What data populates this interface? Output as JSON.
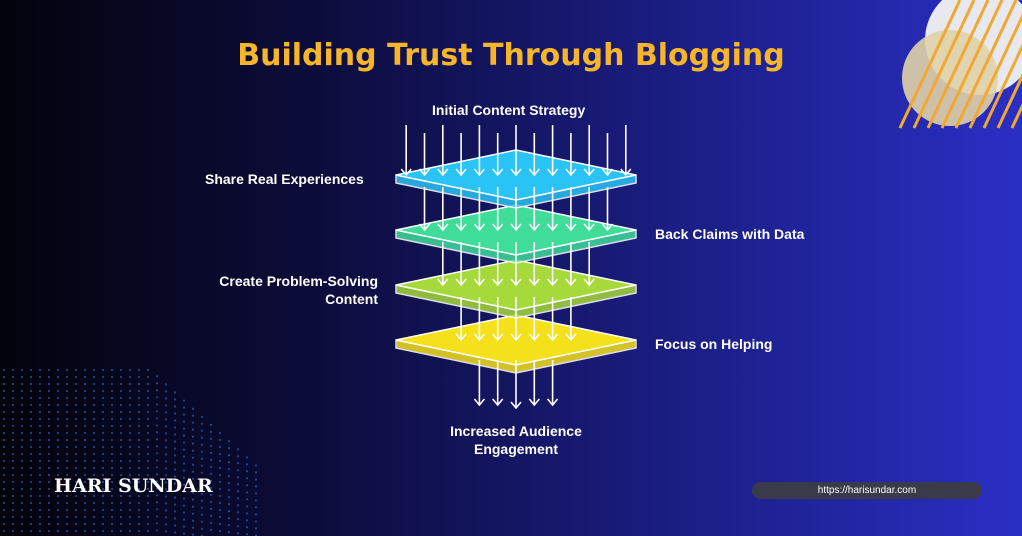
{
  "title": "Building Trust Through Blogging",
  "diagram": {
    "input": "Initial Content Strategy",
    "layers": [
      {
        "label": "Share Real Experiences",
        "color": "#2ac3f5"
      },
      {
        "label": "Back Claims with Data",
        "color": "#3fdc9a"
      },
      {
        "label": "Create Problem-Solving Content",
        "color": "#a6d93a"
      },
      {
        "label": "Focus on Helping",
        "color": "#f5e01c"
      }
    ],
    "output": "Increased Audience Engagement"
  },
  "brand": "HARI SUNDAR",
  "url": "https://harisundar.com",
  "colors": {
    "title": "#f7b52a"
  }
}
